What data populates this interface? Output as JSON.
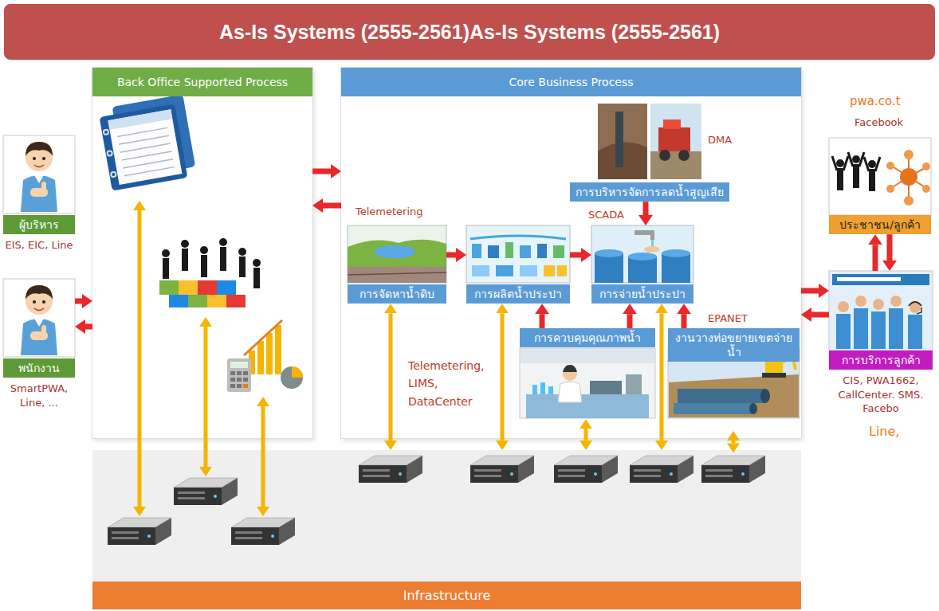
{
  "diagram": {
    "title": "As-Is Systems (2555-2561)As-Is Systems (2555-2561)",
    "nodes": [
      {
        "text": [
          "ผู้บริหาร",
          "EIS, EIC, Line"
        ]
      },
      {
        "text": [
          "พนักงาน",
          "SmartPWA, Line, ..."
        ]
      },
      {
        "text": [
          "Back Office Supported Process"
        ]
      },
      {
        "text": [
          "Core Business Process"
        ]
      },
      {
        "text": [
          "การบริหารจัดการลดน้ำสูญเสีย"
        ],
        "in": 3
      },
      {
        "text": [
          "การจัดหาน้ำดิบ"
        ],
        "in": 3
      },
      {
        "text": [
          "การผลิตน้ำประปา"
        ],
        "in": 3
      },
      {
        "text": [
          "การจ่ายน้ำประปา"
        ],
        "in": 3
      },
      {
        "text": [
          "การควบคุมคุณภาพน้ำ"
        ],
        "in": 3
      },
      {
        "text": [
          "งานวางท่อขยายเขตจ่ายน้ำ"
        ],
        "in": 3
      },
      {
        "text": [
          "ประชาชน/ลูกค้า"
        ]
      },
      {
        "text": [
          "การบริการลูกค้า",
          "CIS, PWA1662, CallCenter. SMS. Facebo"
        ]
      },
      {
        "text": [
          "Infrastructure"
        ]
      }
    ],
    "edges": [
      {
        "from": 1,
        "to": 2,
        "arrow": "to"
      },
      {
        "from": 2,
        "to": 1,
        "arrow": "to"
      },
      {
        "from": 2,
        "to": 3,
        "arrow": "to"
      },
      {
        "from": 3,
        "to": 2,
        "arrow": "to"
      },
      {
        "from": 4,
        "to": 7,
        "arrow": "to"
      },
      {
        "from": 5,
        "to": 6,
        "arrow": "to"
      },
      {
        "from": 6,
        "to": 7,
        "arrow": "to"
      },
      {
        "from": 8,
        "to": 6,
        "arrow": "to"
      },
      {
        "from": 8,
        "to": 7,
        "arrow": "to"
      },
      {
        "from": 9,
        "to": 7,
        "arrow": "to"
      },
      {
        "from": 3,
        "to": 11,
        "arrow": "to"
      },
      {
        "from": 11,
        "to": 3,
        "arrow": "to"
      },
      {
        "from": 10,
        "to": 11,
        "arrow": "to"
      },
      {
        "from": 11,
        "to": 10,
        "arrow": "to"
      },
      {
        "from": 5,
        "to": 12,
        "arrow": "both"
      },
      {
        "from": 6,
        "to": 12,
        "arrow": "both"
      },
      {
        "from": 7,
        "to": 12,
        "arrow": "both"
      },
      {
        "from": 8,
        "to": 12,
        "arrow": "both"
      },
      {
        "from": 9,
        "to": 12,
        "arrow": "both"
      }
    ],
    "labels": [
      "pwa.co.t",
      "Facebook",
      "DMA",
      "Telemetering",
      "SCADA",
      "EPANET",
      "Telemetering, LIMS, DataCenter",
      "Line,"
    ]
  }
}
